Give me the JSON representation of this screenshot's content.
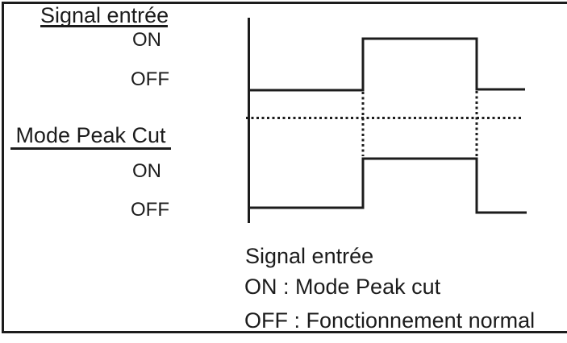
{
  "colors": {
    "ink": "#1c1c1c",
    "background": "#ffffff"
  },
  "diagram": {
    "input_signal": {
      "title": "Signal entrée",
      "on_label": "ON",
      "off_label": "OFF"
    },
    "peak_cut": {
      "title": "Mode Peak Cut",
      "on_label": "ON",
      "off_label": "OFF"
    }
  },
  "legend": {
    "heading": "Signal entrée",
    "on_meaning": "ON : Mode Peak cut",
    "off_meaning": "OFF : Fonctionnement normal"
  },
  "waveform": {
    "type": "timing",
    "series": [
      {
        "name": "Signal entrée",
        "levels": [
          "OFF",
          "ON",
          "OFF"
        ]
      },
      {
        "name": "Mode Peak Cut",
        "levels": [
          "OFF",
          "ON",
          "OFF"
        ]
      }
    ]
  }
}
